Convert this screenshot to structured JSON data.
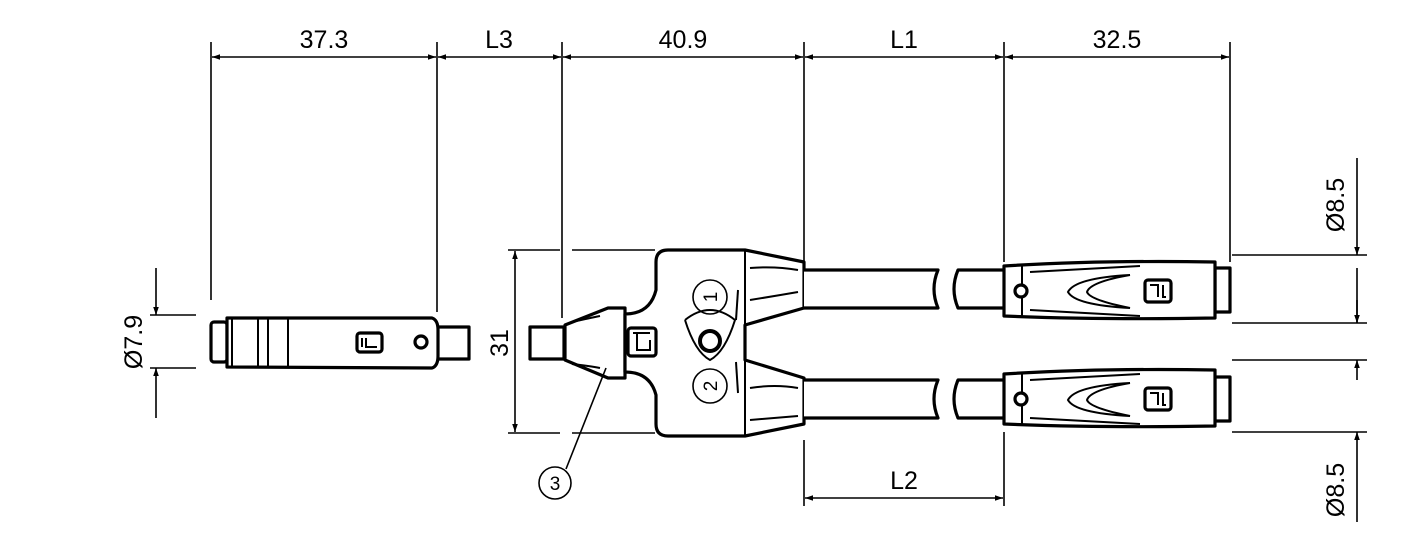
{
  "title": "Y-splitter cable dimension drawing",
  "dimensions": {
    "male_connector_length": "37.3",
    "cable_l3": "L3",
    "splitter_length": "40.9",
    "cable_l1": "L1",
    "female_connector_length": "32.5",
    "cable_l2": "L2",
    "splitter_height": "31",
    "male_diameter": "Ø7.9",
    "female_diameter_1": "Ø8.5",
    "female_diameter_2": "Ø8.5"
  },
  "callouts": {
    "port_1": "1",
    "port_2": "2",
    "item_3": "3"
  }
}
